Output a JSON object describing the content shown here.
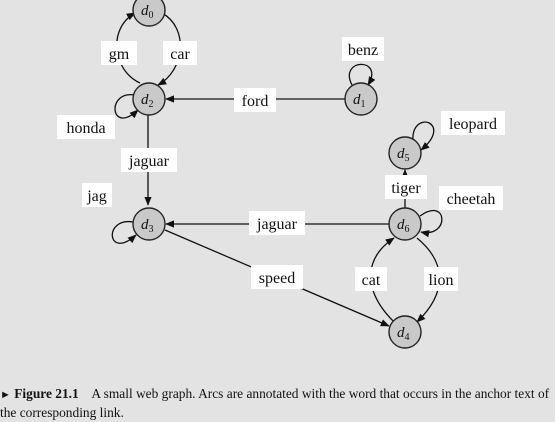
{
  "nodes": [
    {
      "id": "d0",
      "letter": "d",
      "sub": "0"
    },
    {
      "id": "d1",
      "letter": "d",
      "sub": "1"
    },
    {
      "id": "d2",
      "letter": "d",
      "sub": "2"
    },
    {
      "id": "d3",
      "letter": "d",
      "sub": "3"
    },
    {
      "id": "d4",
      "letter": "d",
      "sub": "4"
    },
    {
      "id": "d5",
      "letter": "d",
      "sub": "5"
    },
    {
      "id": "d6",
      "letter": "d",
      "sub": "6"
    }
  ],
  "edges": [
    {
      "id": "gm",
      "from": "d2",
      "to": "d0",
      "label": "gm"
    },
    {
      "id": "car",
      "from": "d0",
      "to": "d2",
      "label": "car"
    },
    {
      "id": "honda",
      "from": "d2",
      "to": "d2",
      "label": "honda"
    },
    {
      "id": "benz",
      "from": "d1",
      "to": "d1",
      "label": "benz"
    },
    {
      "id": "ford",
      "from": "d1",
      "to": "d2",
      "label": "ford"
    },
    {
      "id": "jaguar-d2",
      "from": "d2",
      "to": "d3",
      "label": "jaguar"
    },
    {
      "id": "jag",
      "from": "d3",
      "to": "d3",
      "label": "jag"
    },
    {
      "id": "jaguar-d6",
      "from": "d6",
      "to": "d3",
      "label": "jaguar"
    },
    {
      "id": "leopard",
      "from": "d5",
      "to": "d5",
      "label": "leopard"
    },
    {
      "id": "tiger",
      "from": "d6",
      "to": "d5",
      "label": "tiger"
    },
    {
      "id": "cheetah",
      "from": "d6",
      "to": "d6",
      "label": "cheetah"
    },
    {
      "id": "speed",
      "from": "d3",
      "to": "d4",
      "label": "speed"
    },
    {
      "id": "cat",
      "from": "d4",
      "to": "d6",
      "label": "cat"
    },
    {
      "id": "lion",
      "from": "d6",
      "to": "d4",
      "label": "lion"
    }
  ],
  "caption": {
    "marker": "►",
    "figure_label": "Figure 21.1",
    "text": "A small web graph. Arcs are annotated with the word that occurs in the anchor text of the corresponding link."
  }
}
